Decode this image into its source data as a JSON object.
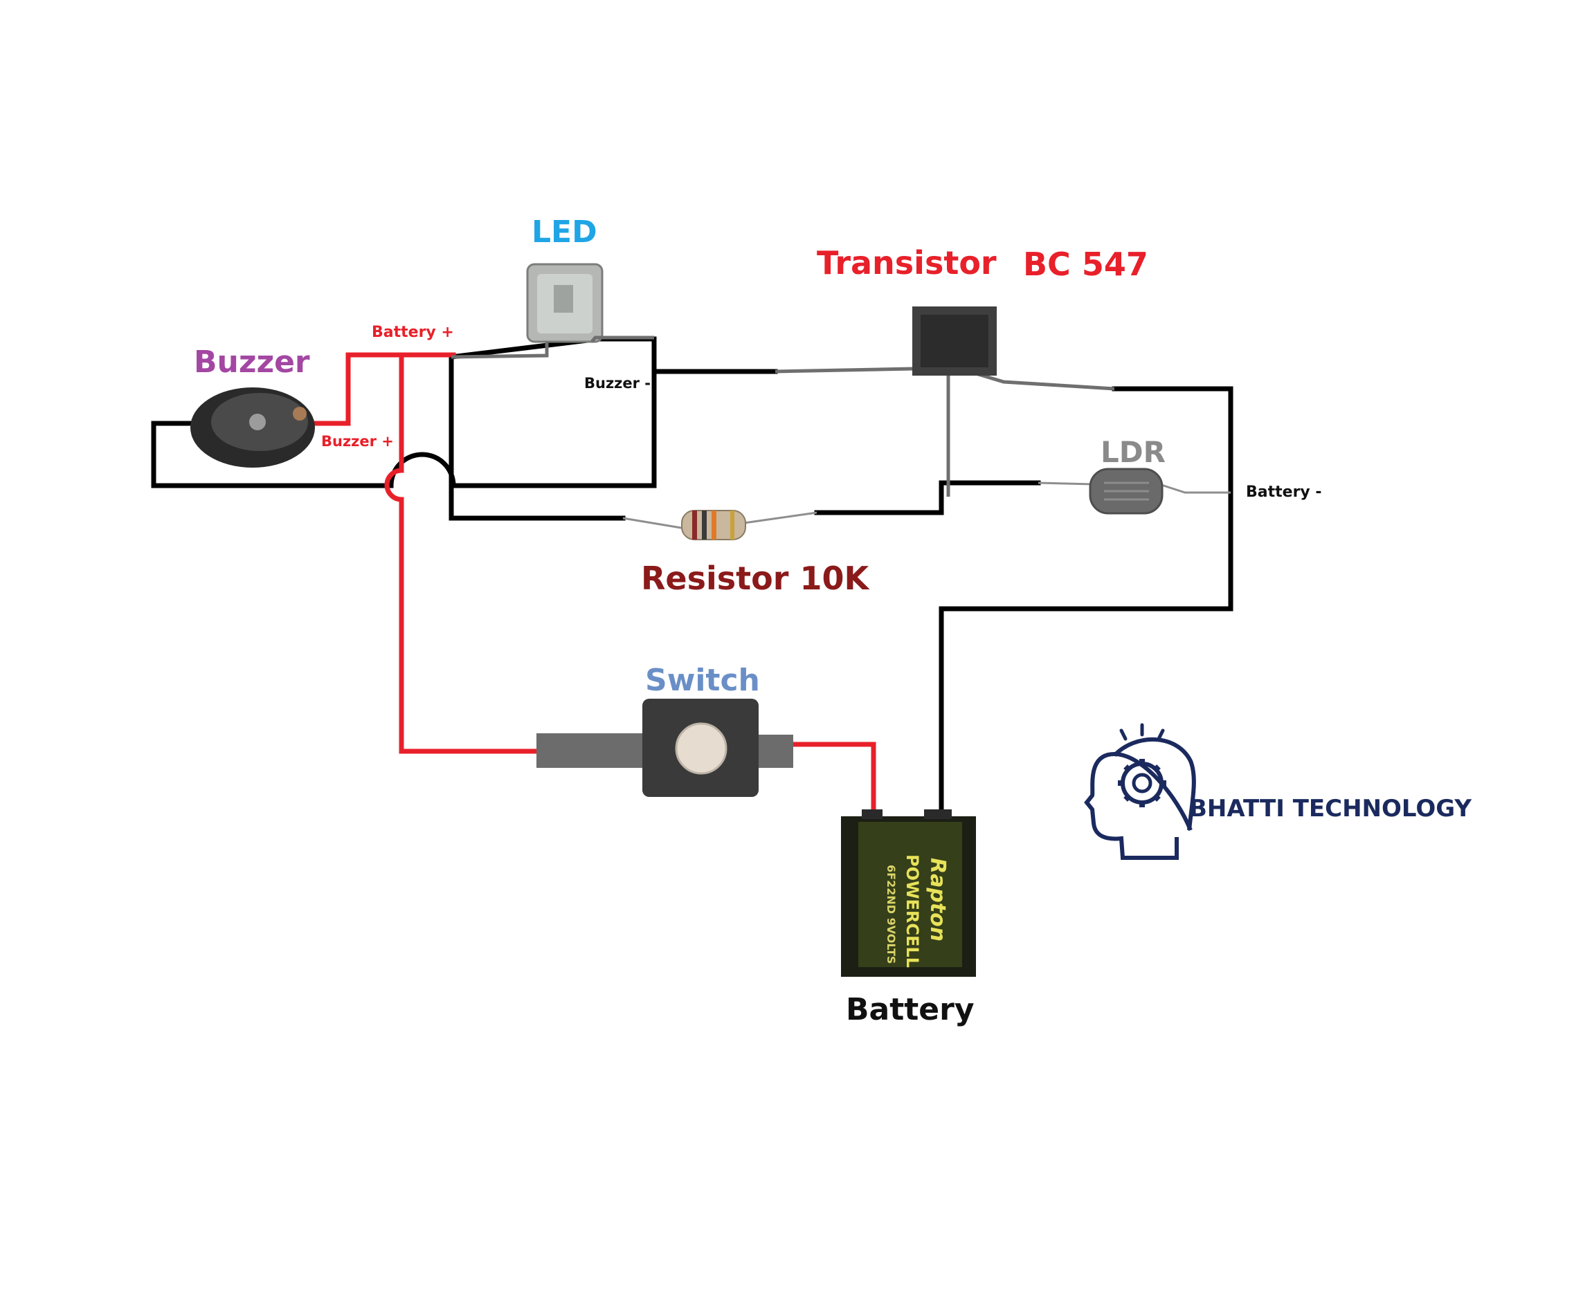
{
  "labels": {
    "buzzer": "Buzzer",
    "led": "LED",
    "transistor": "Transistor",
    "transistor_model": "BC 547",
    "ldr": "LDR",
    "resistor": "Resistor 10K",
    "switch": "Switch",
    "battery": "Battery",
    "battery_plus_top": "Battery +",
    "buzzer_plus": "Buzzer +",
    "buzzer_minus": "Buzzer -",
    "battery_minus": "Battery  -"
  },
  "battery_print": {
    "brand": "Rapton",
    "line1": "POWERCELL",
    "line2": "6F22ND 9VOLTS"
  },
  "logo": {
    "text": "BHATTI TECHNOLOGY"
  },
  "colors": {
    "wire_positive": "#e8202a",
    "wire_negative": "#000000",
    "buzzer_label": "#a347a3",
    "led_label": "#1fa5e6",
    "transistor_label": "#e8202a",
    "ldr_label": "#8a8a8a",
    "resistor_label": "#8b1a1a",
    "switch_label": "#6a8fc7",
    "logo": "#1b2a5e"
  }
}
